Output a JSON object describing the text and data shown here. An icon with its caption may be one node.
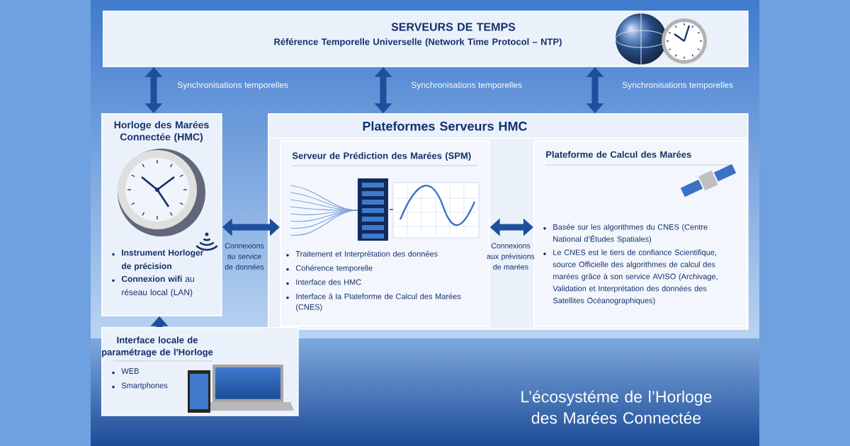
{
  "diagram": {
    "title": "L’écosystéme de l’Horloge des Marées Connectée",
    "nodes": [
      {
        "text": [
          "SERVEURS DE TEMPS",
          "Référence Temporelle Universelle (Network Time Protocol – NTP)"
        ]
      },
      {
        "text": [
          "Horloge des Marées Connectée (HMC)",
          "Instrument Horloger de précision",
          "**Connexion wifi** au réseau local (LAN)"
        ]
      },
      {
        "text": [
          "Plateformes Serveurs HMC"
        ]
      },
      {
        "text": [
          "Serveur de Prédiction des Marées (SPM)",
          "Traitement et Interprétation des données",
          "Cohérence temporelle",
          "Interface des HMC",
          "Interface à la Plateforme de Calcul des Marées (CNES)"
        ],
        "in": 2
      },
      {
        "text": [
          "Plateforme de Calcul des Marées",
          "Basée sur les algorithmes du CNES (Centre National d’Études Spatiales)",
          "Le CNES est le tiers de confiance Scientifique, source Officielle des algorithmes de calcul des marées grâce à son service AVISO (Archivage, Validation et Interprétation des données des Satellites Océanographiques)"
        ],
        "in": 2
      },
      {
        "text": [
          "Interface locale de paramétrage de l'Horloge",
          "WEB",
          "Smartphones"
        ]
      }
    ],
    "edges": [
      {
        "from": 0,
        "to": 1,
        "arrow": "both",
        "label": "Synchronisations temporelles"
      },
      {
        "from": 0,
        "to": 2,
        "arrow": "both",
        "label": "Synchronisations temporelles"
      },
      {
        "from": 0,
        "to": 2,
        "arrow": "both",
        "label": "Synchronisations temporelles"
      },
      {
        "from": 1,
        "to": 3,
        "arrow": "both",
        "label": "Connexions au service de données"
      },
      {
        "from": 3,
        "to": 4,
        "arrow": "both",
        "label": "Connexions aux prévisions de marées"
      },
      {
        "from": 5,
        "to": 1,
        "arrow": "to"
      }
    ]
  }
}
